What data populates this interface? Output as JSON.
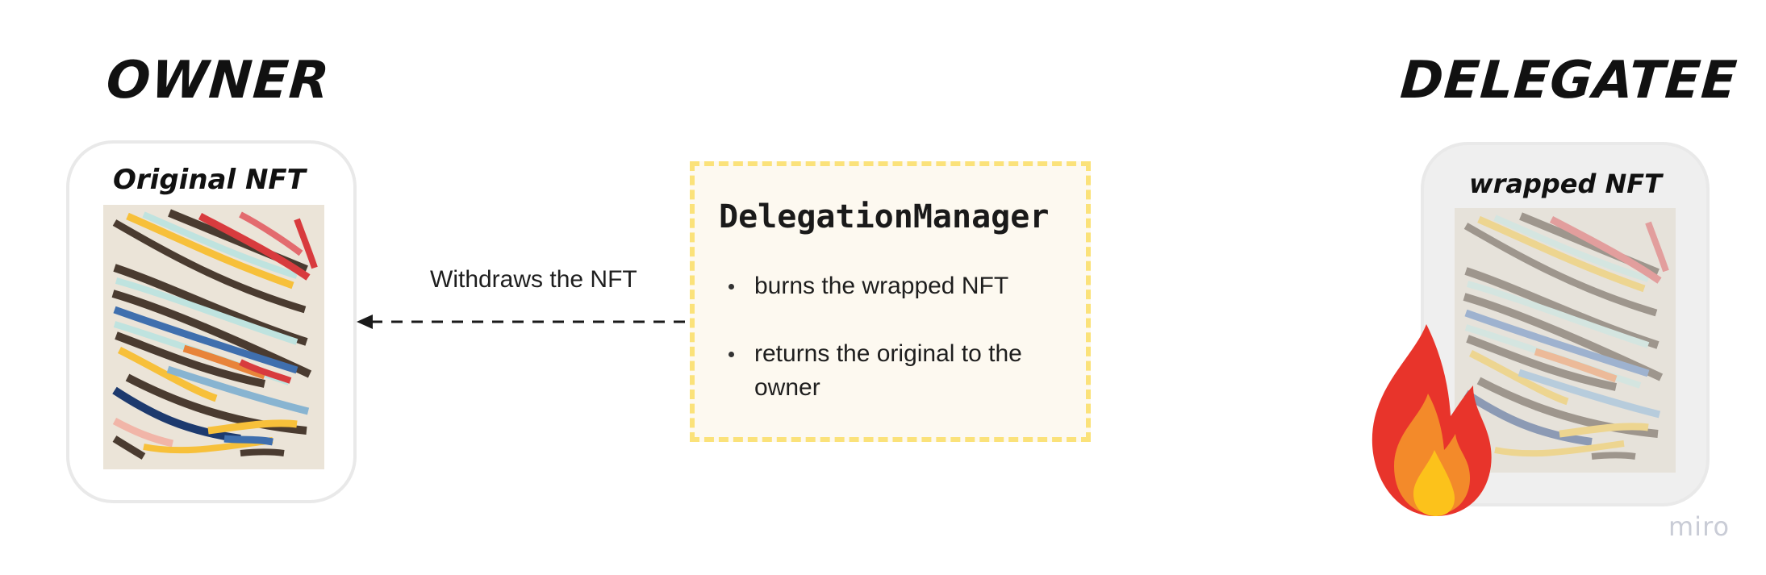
{
  "owner": {
    "heading": "OWNER",
    "card_label": "Original NFT"
  },
  "delegatee": {
    "heading": "DELEGATEE",
    "card_label": "wrapped NFT"
  },
  "manager": {
    "title": "DelegationManager",
    "bullets": [
      "burns the wrapped NFT",
      "returns the original to the owner"
    ]
  },
  "arrow": {
    "label": "Withdraws the NFT"
  },
  "watermark": "miro",
  "colors": {
    "box_border": "#fbe27a",
    "box_fill": "#fdf9f0",
    "card_border": "#e9e9e9",
    "delegatee_card_fill": "#efefef"
  },
  "icons": {
    "fire": "fire-icon"
  }
}
